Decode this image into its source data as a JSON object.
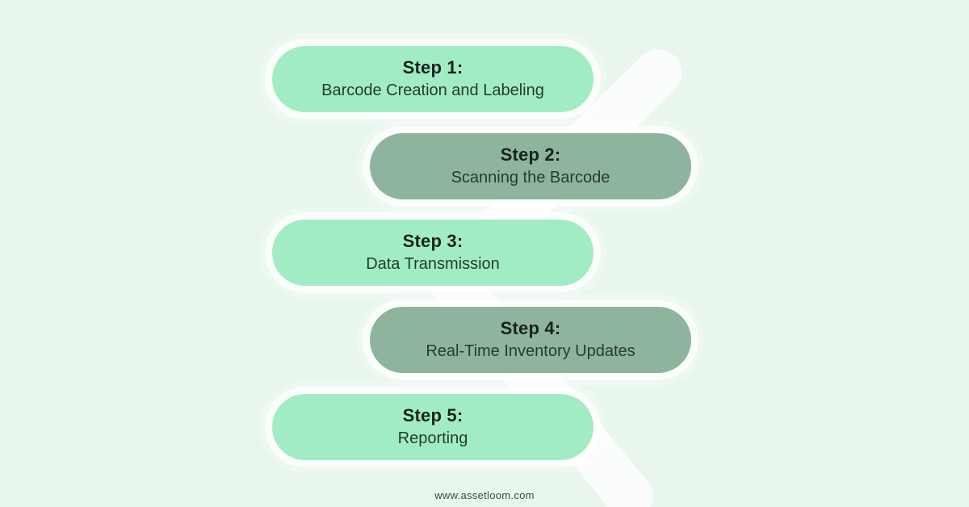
{
  "steps": [
    {
      "title": "Step 1:",
      "subtitle": "Barcode Creation and Labeling",
      "variant": "light"
    },
    {
      "title": "Step 2:",
      "subtitle": "Scanning the Barcode",
      "variant": "dark"
    },
    {
      "title": "Step 3:",
      "subtitle": "Data Transmission",
      "variant": "light"
    },
    {
      "title": "Step 4:",
      "subtitle": "Real-Time Inventory Updates",
      "variant": "dark"
    },
    {
      "title": "Step 5:",
      "subtitle": "Reporting",
      "variant": "light"
    }
  ],
  "footer": {
    "url_text": "www.assetloom.com"
  },
  "colors": {
    "background": "#e8f6ee",
    "pill_light": "#a2ecc5",
    "pill_dark": "#8fb49e",
    "title_text": "#16241c",
    "subtitle_text": "#253c2d",
    "footer_text": "#3c473f",
    "ribbon": "#ffffff"
  }
}
